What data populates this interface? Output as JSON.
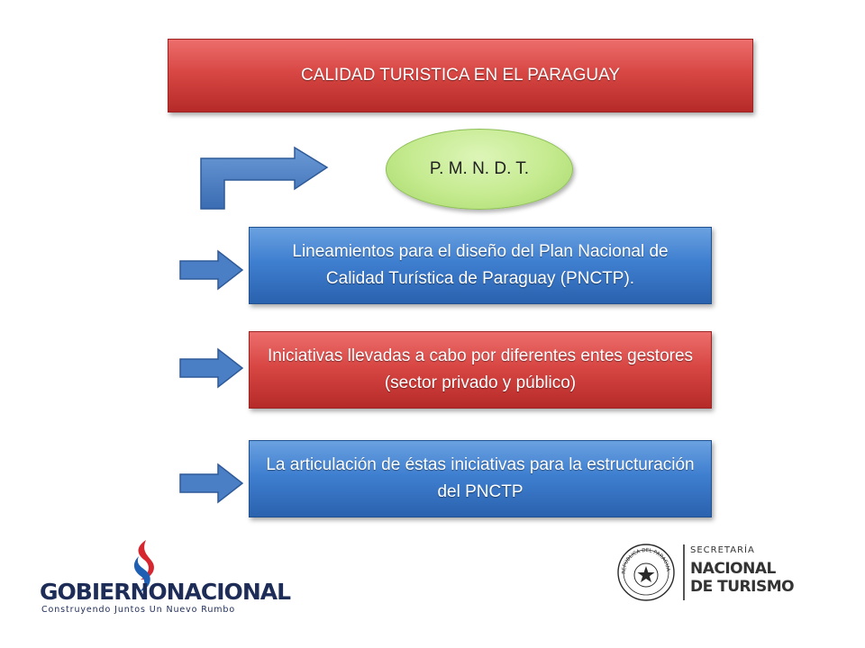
{
  "title": "CALIDAD TURISTICA EN EL PARAGUAY",
  "oval_label": "P. M. N. D. T.",
  "boxes": [
    "Lineamientos para el diseño del Plan Nacional de Calidad Turística de Paraguay (PNCTP).",
    "Iniciativas llevadas a cabo por diferentes entes gestores (sector privado  y público)",
    "La articulación de éstas iniciativas para la estructuración del PNCTP"
  ],
  "logo_left": {
    "word1": "GOBIERNO",
    "word2": "NACIONAL",
    "tagline": "Construyendo Juntos Un Nuevo Rumbo"
  },
  "logo_right": {
    "seal_text": "REPUBLICA DEL PARAGUAY",
    "line1": "SECRETARÍA",
    "line2": "NACIONAL",
    "line3": "DE TURISMO"
  },
  "colors": {
    "red_box": "#d84744",
    "blue_box": "#3f7fd0",
    "oval": "#c4ea8e",
    "arrow": "#4a7fc6",
    "logo_navy": "#1e2c58",
    "logo_red": "#d6262f"
  }
}
